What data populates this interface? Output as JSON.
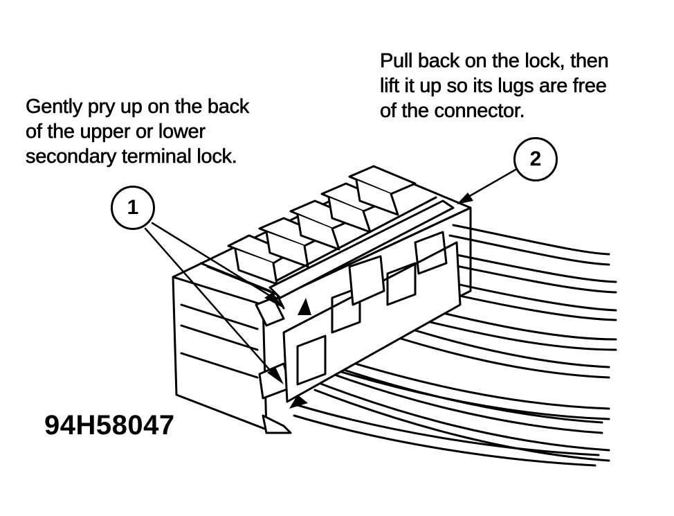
{
  "note_1": {
    "lines": [
      "Gently pry up on the back",
      "of the upper or lower",
      "secondary terminal lock."
    ]
  },
  "note_2": {
    "lines": [
      "Pull back on the lock, then",
      "lift it up so its lugs are free",
      "of the connector."
    ]
  },
  "callout_1": "1",
  "callout_2": "2",
  "figure_code": "94H58047"
}
